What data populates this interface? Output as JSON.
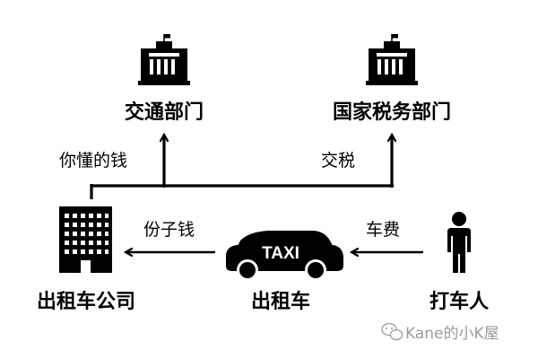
{
  "nodes": {
    "transport_dept": "交通部门",
    "tax_bureau": "国家税务部门",
    "taxi_company": "出租车公司",
    "taxi": "出租车",
    "passenger": "打车人"
  },
  "edges": {
    "to_transport": "你懂的钱",
    "to_tax": "交税",
    "share_fee": "份子钱",
    "fare": "车费"
  },
  "taxi_sign": "TAXI",
  "watermark": "Kane的小K屋",
  "icons": {
    "transport_dept": "government-building-icon",
    "tax_bureau": "government-building-icon",
    "taxi_company": "office-building-icon",
    "taxi": "taxi-car-icon",
    "passenger": "person-icon",
    "watermark": "wechat-icon"
  },
  "colors": {
    "ink": "#000000",
    "background": "#ffffff",
    "watermark": "#9a9a9a"
  }
}
